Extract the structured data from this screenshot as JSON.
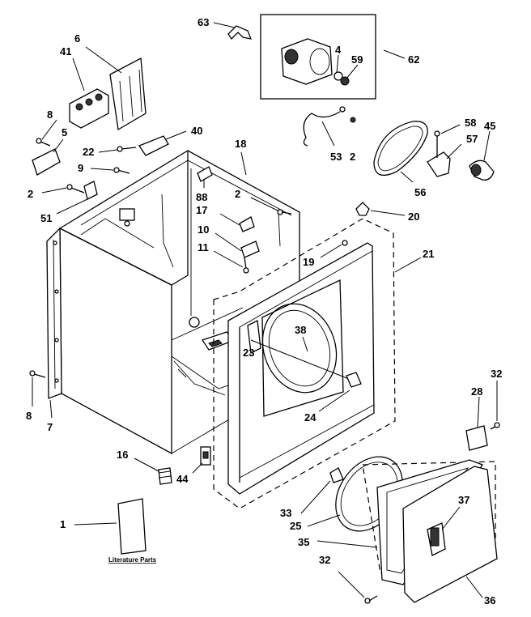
{
  "labels": {
    "p1": "1",
    "p2a": "2",
    "p2b": "2",
    "p2c": "2",
    "p5": "5",
    "p6": "6",
    "p7": "7",
    "p8a": "8",
    "p8b": "8",
    "p9": "9",
    "p10": "10",
    "p11": "11",
    "p16": "16",
    "p17": "17",
    "p18": "18",
    "p19": "19",
    "p20": "20",
    "p21": "21",
    "p22": "22",
    "p23": "23",
    "p24": "24",
    "p25": "25",
    "p28": "28",
    "p32a": "32",
    "p32b": "32",
    "p33": "33",
    "p35": "35",
    "p36": "36",
    "p37": "37",
    "p38": "38",
    "p4": "4",
    "p40": "40",
    "p41": "41",
    "p44": "44",
    "p45": "45",
    "p51": "51",
    "p53": "53",
    "p56": "56",
    "p57": "57",
    "p58": "58",
    "p59": "59",
    "p62": "62",
    "p63": "63",
    "p88": "88"
  },
  "caption": "Literature Parts"
}
